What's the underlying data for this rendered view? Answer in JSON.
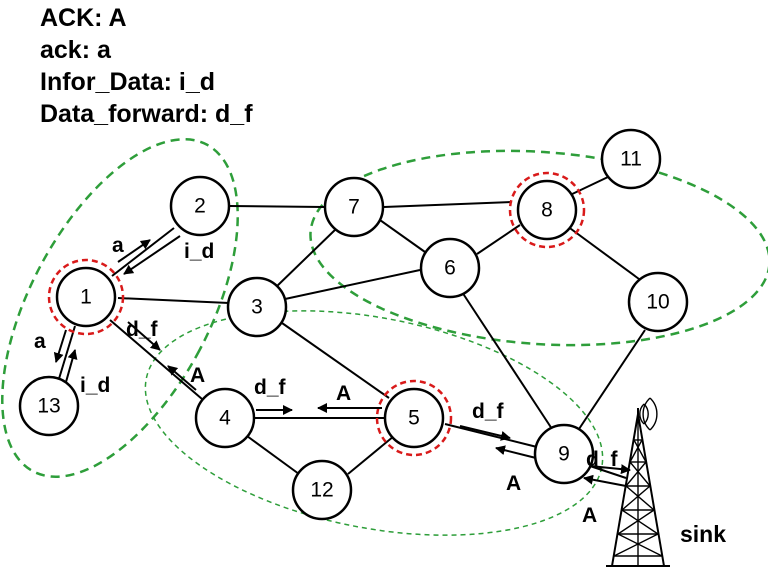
{
  "legend": [
    {
      "text": "ACK: A"
    },
    {
      "text": "ack: a"
    },
    {
      "text": "Infor_Data: i_d"
    },
    {
      "text": "Data_forward: d_f"
    }
  ],
  "nodes": [
    {
      "label": "1",
      "cluster_head": true
    },
    {
      "label": "2",
      "cluster_head": false
    },
    {
      "label": "3",
      "cluster_head": false
    },
    {
      "label": "4",
      "cluster_head": false
    },
    {
      "label": "5",
      "cluster_head": true
    },
    {
      "label": "6",
      "cluster_head": false
    },
    {
      "label": "7",
      "cluster_head": false
    },
    {
      "label": "8",
      "cluster_head": true
    },
    {
      "label": "9",
      "cluster_head": false
    },
    {
      "label": "10",
      "cluster_head": false
    },
    {
      "label": "11",
      "cluster_head": false
    },
    {
      "label": "12",
      "cluster_head": false
    },
    {
      "label": "13",
      "cluster_head": false
    }
  ],
  "edges": [
    [
      "1",
      "2"
    ],
    [
      "1",
      "3"
    ],
    [
      "1",
      "13"
    ],
    [
      "1",
      "4"
    ],
    [
      "2",
      "7"
    ],
    [
      "7",
      "8"
    ],
    [
      "7",
      "6"
    ],
    [
      "7",
      "3"
    ],
    [
      "8",
      "11"
    ],
    [
      "8",
      "6"
    ],
    [
      "8",
      "10"
    ],
    [
      "3",
      "6"
    ],
    [
      "3",
      "5"
    ],
    [
      "4",
      "5"
    ],
    [
      "4",
      "12"
    ],
    [
      "5",
      "12"
    ],
    [
      "5",
      "9"
    ],
    [
      "6",
      "9"
    ],
    [
      "10",
      "9"
    ],
    [
      "9",
      "sink"
    ]
  ],
  "messages": [
    {
      "text": "a"
    },
    {
      "text": "i_d"
    },
    {
      "text": "a"
    },
    {
      "text": "i_d"
    },
    {
      "text": "d_f"
    },
    {
      "text": "A"
    },
    {
      "text": "d_f"
    },
    {
      "text": "A"
    },
    {
      "text": "d_f"
    },
    {
      "text": "A"
    },
    {
      "text": "d_f"
    },
    {
      "text": "A"
    }
  ],
  "sink_label": "sink",
  "colors": {
    "cluster": "#2e9e3a",
    "cluster_head_ring": "#d91a1a",
    "node": "#000000"
  }
}
